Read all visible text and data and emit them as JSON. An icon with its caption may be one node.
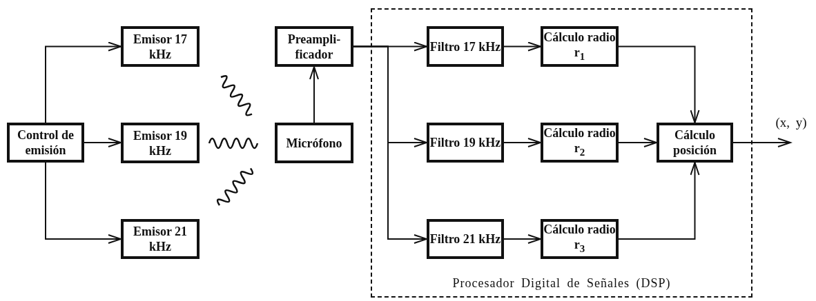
{
  "diagram": {
    "nodes": [
      {
        "text": [
          "Control de emisión"
        ]
      },
      {
        "text": [
          "Emisor 17 kHz"
        ]
      },
      {
        "text": [
          "Emisor 19 kHz"
        ]
      },
      {
        "text": [
          "Emisor 21 kHz"
        ]
      },
      {
        "text": [
          "Preampli- ficador"
        ]
      },
      {
        "text": [
          "Micrófono"
        ]
      },
      {
        "text": [
          "Procesador Digital de Señales (DSP)"
        ]
      },
      {
        "text": [
          "Filtro 17 kHz"
        ],
        "in": 6
      },
      {
        "text": [
          "Filtro 19 kHz"
        ],
        "in": 6
      },
      {
        "text": [
          "Filtro 21 kHz"
        ],
        "in": 6
      },
      {
        "text": [
          "Cálculo radio r$_{1}$"
        ],
        "in": 6
      },
      {
        "text": [
          "Cálculo radio r$_{2}$"
        ],
        "in": 6
      },
      {
        "text": [
          "Cálculo radio r$_{3}$"
        ],
        "in": 6
      },
      {
        "text": [
          "Cálculo posición"
        ],
        "in": 6
      }
    ],
    "edges": [
      {
        "from": 0,
        "to": 1,
        "arrow": "to"
      },
      {
        "from": 0,
        "to": 2,
        "arrow": "to"
      },
      {
        "from": 0,
        "to": 3,
        "arrow": "to"
      },
      {
        "from": 5,
        "to": 4,
        "arrow": "to"
      },
      {
        "from": 4,
        "to": 7,
        "arrow": "to"
      },
      {
        "from": 4,
        "to": 8,
        "arrow": "to"
      },
      {
        "from": 4,
        "to": 9,
        "arrow": "to"
      },
      {
        "from": 7,
        "to": 10,
        "arrow": "to"
      },
      {
        "from": 8,
        "to": 11,
        "arrow": "to"
      },
      {
        "from": 9,
        "to": 12,
        "arrow": "to"
      },
      {
        "from": 10,
        "to": 13,
        "arrow": "to"
      },
      {
        "from": 11,
        "to": 13,
        "arrow": "to"
      },
      {
        "from": 12,
        "to": 13,
        "arrow": "to"
      },
      {
        "from": 13,
        "to": null,
        "arrow": "to",
        "label": "(x, y)"
      }
    ]
  }
}
